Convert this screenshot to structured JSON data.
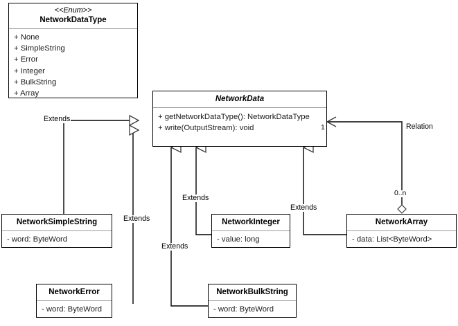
{
  "diagram": {
    "type": "uml-class-diagram",
    "background": "#ffffff",
    "line_color": "#000000",
    "divider_color": "#9a9a9a"
  },
  "classes": {
    "network_data_type": {
      "stereotype": "<<Enum>>",
      "name": "NetworkDataType",
      "members": [
        "+ None",
        "+ SimpleString",
        "+ Error",
        "+ Integer",
        "+ BulkString",
        "+ Array"
      ]
    },
    "network_data": {
      "name": "NetworkData",
      "abstract": true,
      "members": [
        "+ getNetworkDataType(): NetworkDataType",
        "+ write(OutputStream): void"
      ]
    },
    "network_simple_string": {
      "name": "NetworkSimpleString",
      "members": [
        "- word: ByteWord"
      ]
    },
    "network_error": {
      "name": "NetworkError",
      "members": [
        "- word: ByteWord"
      ]
    },
    "network_integer": {
      "name": "NetworkInteger",
      "members": [
        "- value: long"
      ]
    },
    "network_bulk_string": {
      "name": "NetworkBulkString",
      "members": [
        "- word: ByteWord"
      ]
    },
    "network_array": {
      "name": "NetworkArray",
      "members": [
        "- data: List<ByteWord>"
      ]
    }
  },
  "edges": {
    "extends_simple_string": {
      "label": "Extends"
    },
    "extends_error": {
      "label": "Extends"
    },
    "extends_bulk_string": {
      "label": "Extends"
    },
    "extends_integer": {
      "label": "Extends"
    },
    "extends_array": {
      "label": "Extends"
    },
    "relation": {
      "label": "Relation",
      "source_multiplicity": "1",
      "target_multiplicity": "0..n"
    }
  }
}
